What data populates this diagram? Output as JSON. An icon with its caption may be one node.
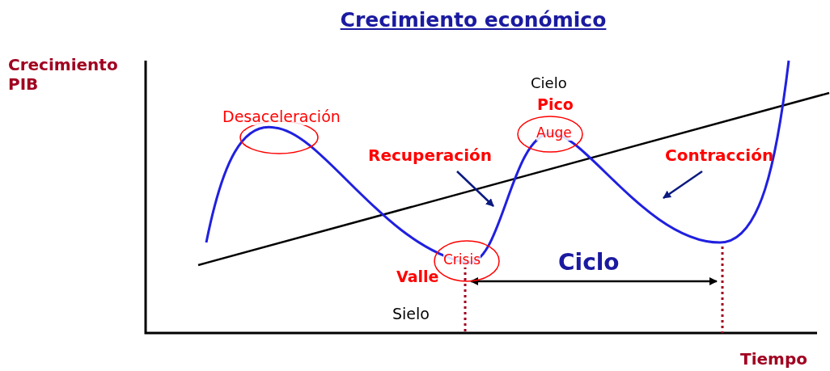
{
  "diagram": {
    "title": "Crecimiento económico",
    "nodes": [
      {
        "text": [
          "Desaceleración"
        ]
      },
      {
        "text": [
          "Auge"
        ],
        "beside": [
          "Pico"
        ]
      },
      {
        "text": [
          "Crisis"
        ],
        "beside": [
          "Valle"
        ]
      },
      {
        "text": [
          "Recuperación"
        ]
      },
      {
        "text": [
          "Contracción"
        ]
      }
    ],
    "edges": [
      {
        "from": 3,
        "to": null,
        "arrow": "to"
      },
      {
        "from": 4,
        "to": null,
        "arrow": "to"
      }
    ],
    "labels": [
      "Crecimiento PIB",
      "Cielo",
      "Ciclo",
      "Sielo",
      "Tiempo"
    ]
  }
}
